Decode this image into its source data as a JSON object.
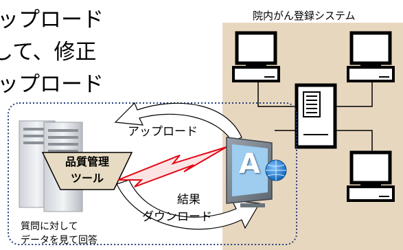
{
  "heading_lines": [
    "ップロード",
    "して、修正",
    "ップロード"
  ],
  "system_title": "院内がん登録システム",
  "tool_label_lines": [
    "品質管理",
    "ツール"
  ],
  "upload_label": "アップロード",
  "result_label_lines": [
    "結果",
    "ダウンロード"
  ],
  "note_lines": [
    "質問に対して",
    "データを見て回答"
  ],
  "app_icon_letter": "A",
  "colors": {
    "panel_bg": "#e8d7bf",
    "funnel_fill": "#e7dcc3",
    "lightning_stroke": "#e30613",
    "dotted_border": "#1f3c78",
    "globe": "#1f79d1"
  }
}
